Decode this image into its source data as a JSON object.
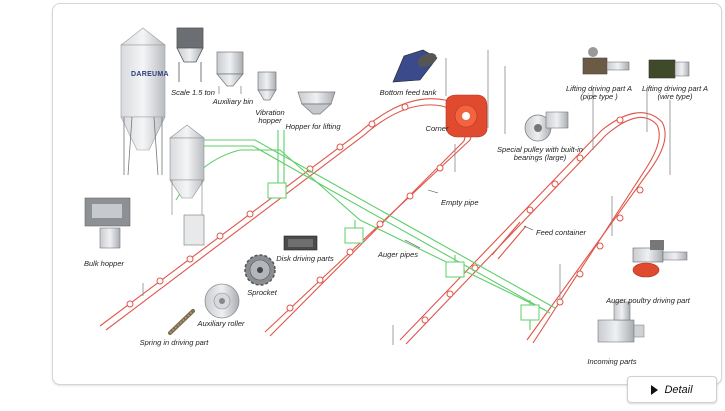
{
  "brand": "DAREUMA",
  "labels": {
    "scale": "Scale 1.5 ton",
    "auxiliary_bin": "Auxiliary bin",
    "vibration_hopper_1": "Vibration",
    "vibration_hopper_2": "hopper",
    "hopper_lifting": "Hopper for lifting",
    "bottom_feed_tank": "Bottom feed tank",
    "corner": "Corner",
    "special_pulley_1": "Special pulley with built-in",
    "special_pulley_2": "bearings (large)",
    "lifting_pipe_1": "Lifting driving part A",
    "lifting_pipe_2": "(pipe type )",
    "lifting_wire_1": "Lifting driving part A",
    "lifting_wire_2": "(wire type)",
    "empty_pipe": "Empty pipe",
    "feed_container": "Feed container",
    "bulk_hopper": "Bulk hopper",
    "disk_driving_parts": "Disk driving parts",
    "auger_pipes": "Auger pipes",
    "sprocket": "Sprocket",
    "auxiliary_roller": "Auxiliary roller",
    "spring_driving": "Spring in driving part",
    "auger_poultry": "Auger poultry driving part",
    "incoming_parts": "Incoming  parts"
  },
  "detail_button": {
    "label": "Detail"
  },
  "colors": {
    "feed_line": "#e0554a",
    "auger_line": "#5fcf6a",
    "panel_border": "#d6d6d6"
  }
}
